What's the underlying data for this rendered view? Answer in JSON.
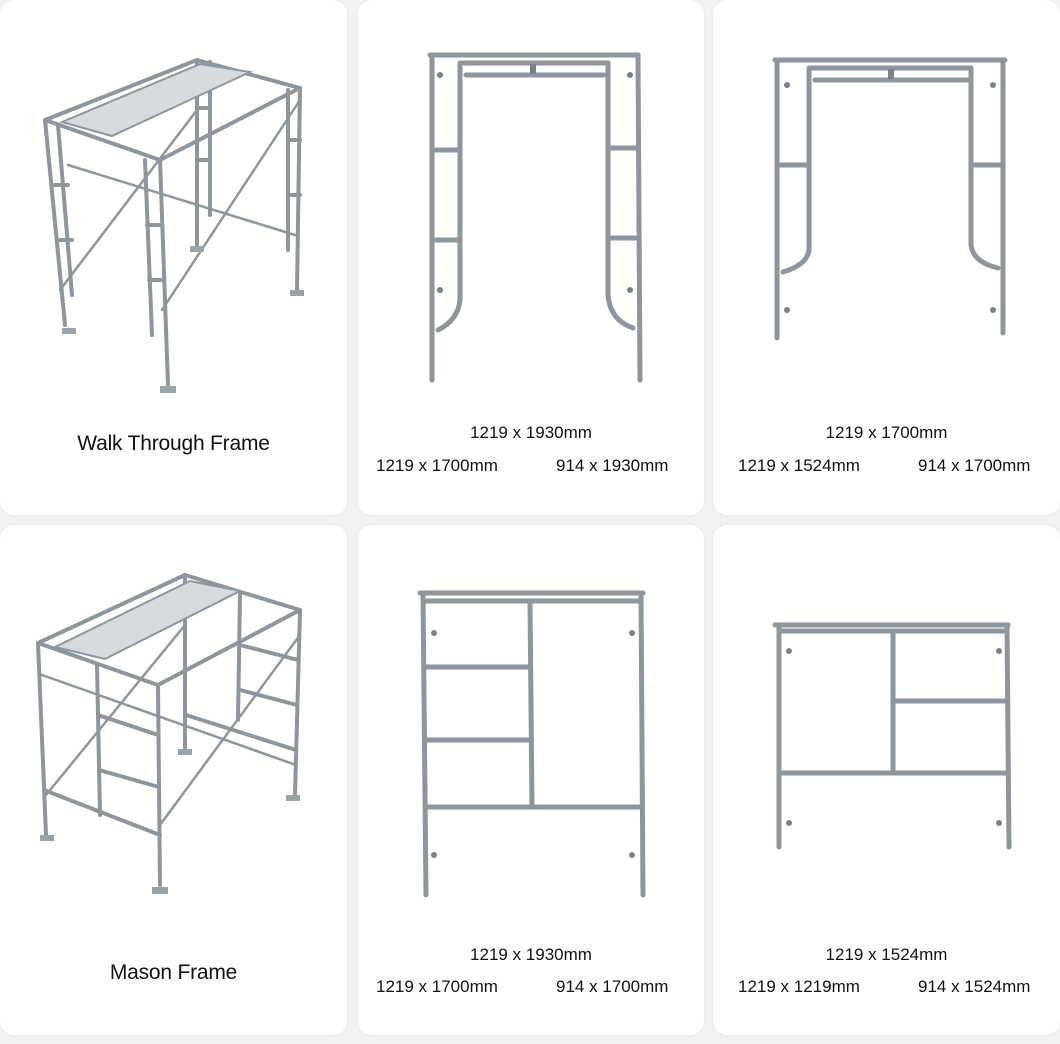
{
  "colors": {
    "page_bg": "#f2f2f2",
    "card_bg": "#ffffff",
    "text": "#111111",
    "steel": "#8e959c",
    "steel_light": "#d6dbe0"
  },
  "cards": [
    {
      "type": "frame-3d",
      "title": "Walk Through Frame",
      "icon": "walk-through-frame-image"
    },
    {
      "type": "frame-front",
      "main_size": "1219 x 1930mm",
      "left_size": "1219 x 1700mm",
      "right_size": "914 x 1930mm",
      "icon": "walk-through-frame-1930-image"
    },
    {
      "type": "frame-front",
      "main_size": "1219 x 1700mm",
      "left_size": "1219 x 1524mm",
      "right_size": "914 x 1700mm",
      "icon": "walk-through-frame-1700-image"
    },
    {
      "type": "frame-3d",
      "title": "Mason Frame",
      "icon": "mason-frame-image"
    },
    {
      "type": "frame-front",
      "main_size": "1219 x 1930mm",
      "left_size": "1219 x 1700mm",
      "right_size": "914 x 1700mm",
      "icon": "mason-frame-1930-image"
    },
    {
      "type": "frame-front",
      "main_size": "1219 x 1524mm",
      "left_size": "1219 x 1219mm",
      "right_size": "914 x 1524mm",
      "icon": "mason-frame-1524-image"
    }
  ]
}
